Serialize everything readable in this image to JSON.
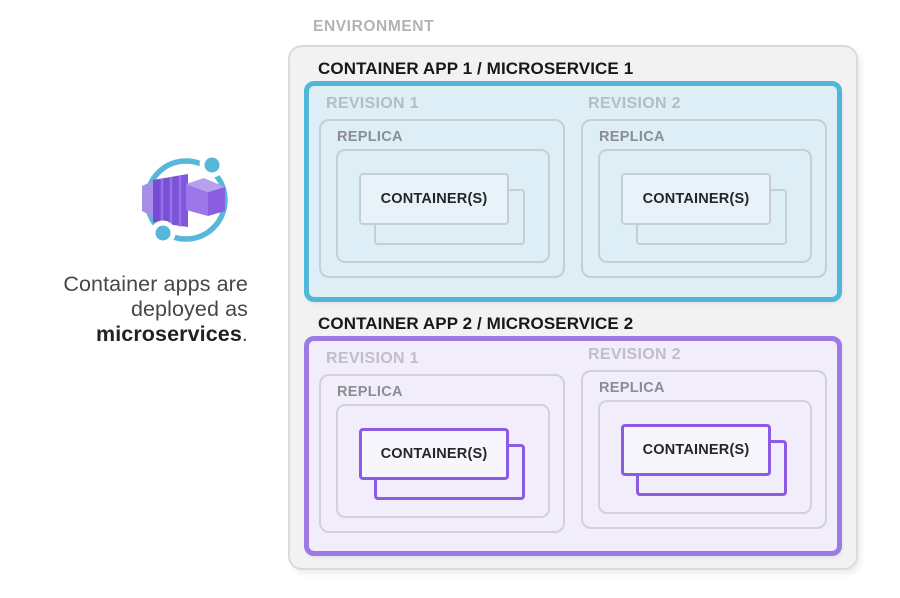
{
  "side": {
    "icon": {
      "name": "azure-container-apps-icon",
      "orbit_color": "#56b7d9",
      "box_color": "#7b4fd8"
    },
    "caption": {
      "line1": "Container apps are",
      "line2": "deployed as",
      "line3_emphasis": "microservices",
      "line3_period": "."
    }
  },
  "environment": {
    "label": "ENVIRONMENT",
    "apps": [
      {
        "title": "CONTAINER APP 1 / MICROSERVICE 1",
        "accent_color": "#52b6d8",
        "fill_color": "#ddeef6",
        "container_border_color": "#c6ced4",
        "revisions": [
          {
            "label": "REVISION 1",
            "replica": {
              "label": "REPLICA",
              "containers_label": "CONTAINER(S)"
            }
          },
          {
            "label": "REVISION 2",
            "replica": {
              "label": "REPLICA",
              "containers_label": "CONTAINER(S)"
            }
          }
        ]
      },
      {
        "title": "CONTAINER APP 2 / MICROSERVICE 2",
        "accent_color": "#9c79e5",
        "fill_color": "#f1edfa",
        "container_border_color": "#8a5ce4",
        "revisions": [
          {
            "label": "REVISION 1",
            "replica": {
              "label": "REPLICA",
              "containers_label": "CONTAINER(S)"
            }
          },
          {
            "label": "REVISION 2",
            "replica": {
              "label": "REPLICA",
              "containers_label": "CONTAINER(S)"
            }
          }
        ]
      }
    ]
  }
}
